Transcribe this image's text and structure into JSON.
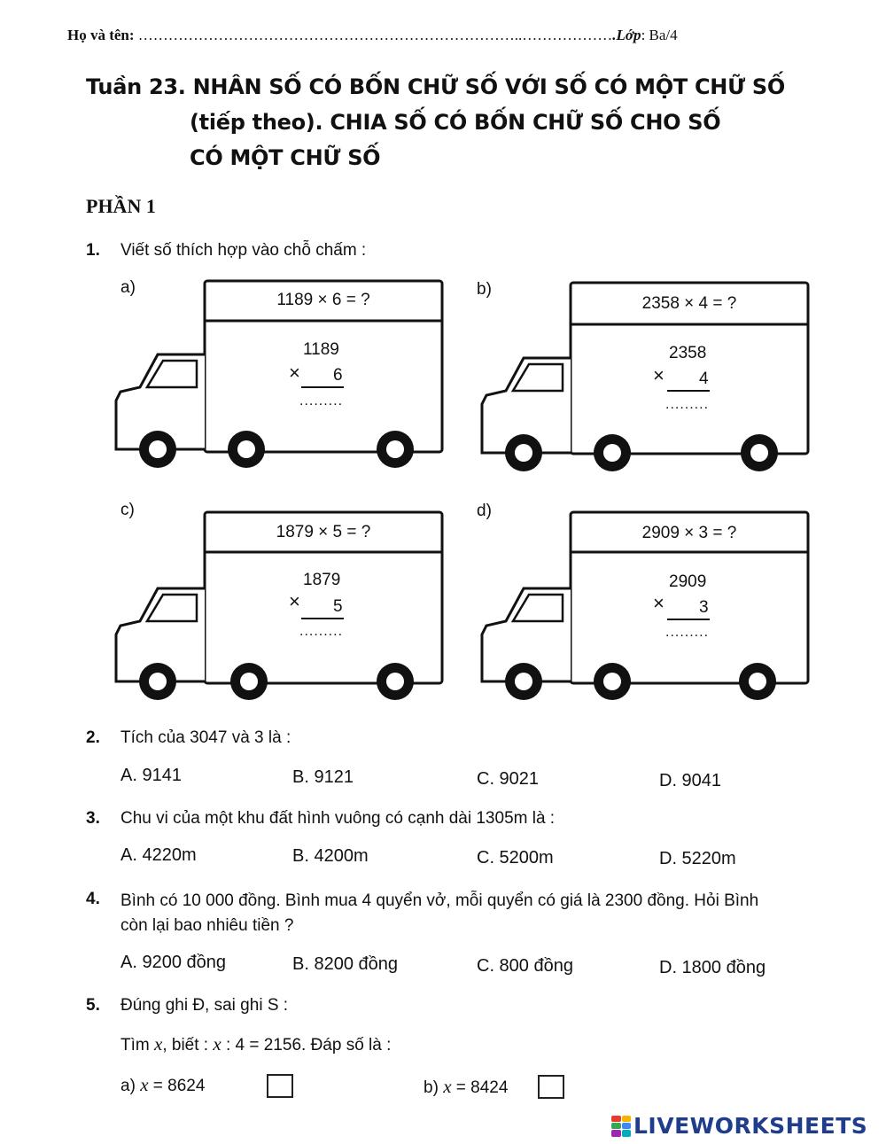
{
  "header": {
    "name_label": "Họ và tên:",
    "name_dots": "…………………………………………………………………..………………",
    "class_label": ".Lớp",
    "class_value": ": Ba/4"
  },
  "title": {
    "line1": "Tuần 23. NHÂN SỐ CÓ BỐN CHỮ SỐ VỚI SỐ CÓ MỘT CHỮ SỐ",
    "line2": "(tiếp theo). CHIA SỐ CÓ BỐN CHỮ SỐ CHO SỐ",
    "line3": "CÓ MỘT CHỮ SỐ"
  },
  "part_label": "PHẦN 1",
  "q1": {
    "number": "1.",
    "text": "Viết số thích hợp vào chỗ chấm :",
    "trucks": [
      {
        "label": "a)",
        "equation": "1189 × 6 = ?",
        "top": "1189",
        "sign": "×",
        "bottom": "6",
        "dots": "........."
      },
      {
        "label": "b)",
        "equation": "2358 × 4 = ?",
        "top": "2358",
        "sign": "×",
        "bottom": "4",
        "dots": "........."
      },
      {
        "label": "c)",
        "equation": "1879 × 5 = ?",
        "top": "1879",
        "sign": "×",
        "bottom": "5",
        "dots": "........."
      },
      {
        "label": "d)",
        "equation": "2909 × 3 = ?",
        "top": "2909",
        "sign": "×",
        "bottom": "3",
        "dots": "........."
      }
    ]
  },
  "q2": {
    "number": "2.",
    "text": "Tích của 3047 và 3 là :",
    "options": [
      "A. 9141",
      "B. 9121",
      "C. 9021",
      "D. 9041"
    ]
  },
  "q3": {
    "number": "3.",
    "text": "Chu vi của một khu đất hình vuông có cạnh dài 1305m là :",
    "options": [
      "A. 4220m",
      "B. 4200m",
      "C. 5200m",
      "D. 5220m"
    ]
  },
  "q4": {
    "number": "4.",
    "text_line1": "Bình có 10 000 đồng. Bình mua 4 quyển vở, mỗi quyển có giá là 2300 đồng. Hỏi Bình",
    "text_line2": "còn lại bao nhiêu tiền ?",
    "options": [
      "A. 9200 đồng",
      "B. 8200 đồng",
      "C. 800 đồng",
      "D. 1800 đồng"
    ]
  },
  "q5": {
    "number": "5.",
    "text": "Đúng ghi Đ, sai ghi S :",
    "find_prefix": "Tìm ",
    "find_var": "x",
    "find_mid": ", biết : ",
    "find_var2": "x",
    "find_suffix": " : 4 = 2156. Đáp số là :",
    "a_prefix": "a) ",
    "a_var": "x",
    "a_value": " = 8624",
    "b_prefix": "b) ",
    "b_var": "x",
    "b_value": " = 8424"
  },
  "logo": {
    "text": "LIVEWORKSHEETS"
  }
}
